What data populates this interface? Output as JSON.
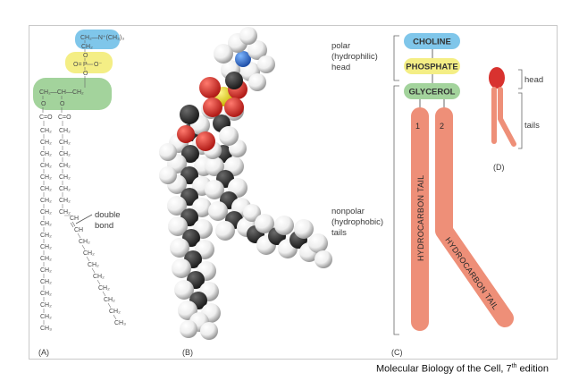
{
  "panel_labels": {
    "a": "(A)",
    "b": "(B)",
    "c": "(C)",
    "d": "(D)"
  },
  "formula": {
    "choline_group": "CH₂—N⁺(CH₃)₃",
    "ch2": "CH₂",
    "o": "O",
    "phosphate_o_eq": "O=",
    "phosphate_p": "P",
    "phosphate_o_minus": "O⁻",
    "glycerol": "CH₂—CH—CH₂",
    "ester": "C=O",
    "ch3": "CH₃",
    "ch": "CH"
  },
  "annotations": {
    "double_bond_1": "double",
    "double_bond_2": "bond",
    "polar_1": "polar",
    "polar_2": "(hydrophilic)",
    "polar_3": "head",
    "nonpolar_1": "nonpolar",
    "nonpolar_2": "(hydrophobic)",
    "nonpolar_3": "tails",
    "head": "head",
    "tails": "tails"
  },
  "boxes": {
    "choline": "CHOLINE",
    "phosphate": "PHOSPHATE",
    "glycerol": "GLYCEROL"
  },
  "tails": {
    "num1": "1",
    "num2": "2",
    "tail_text": "HYDROCARBON TAIL"
  },
  "caption": {
    "prefix": "Molecular Biology of the Cell, 7",
    "sup": "th",
    "suffix": " edition"
  },
  "colors": {
    "choline": "#7fc6ea",
    "phosphate": "#f4ee85",
    "glycerol": "#a3d39c",
    "tail": "#ee8f78",
    "head_red": "#d8322f"
  }
}
